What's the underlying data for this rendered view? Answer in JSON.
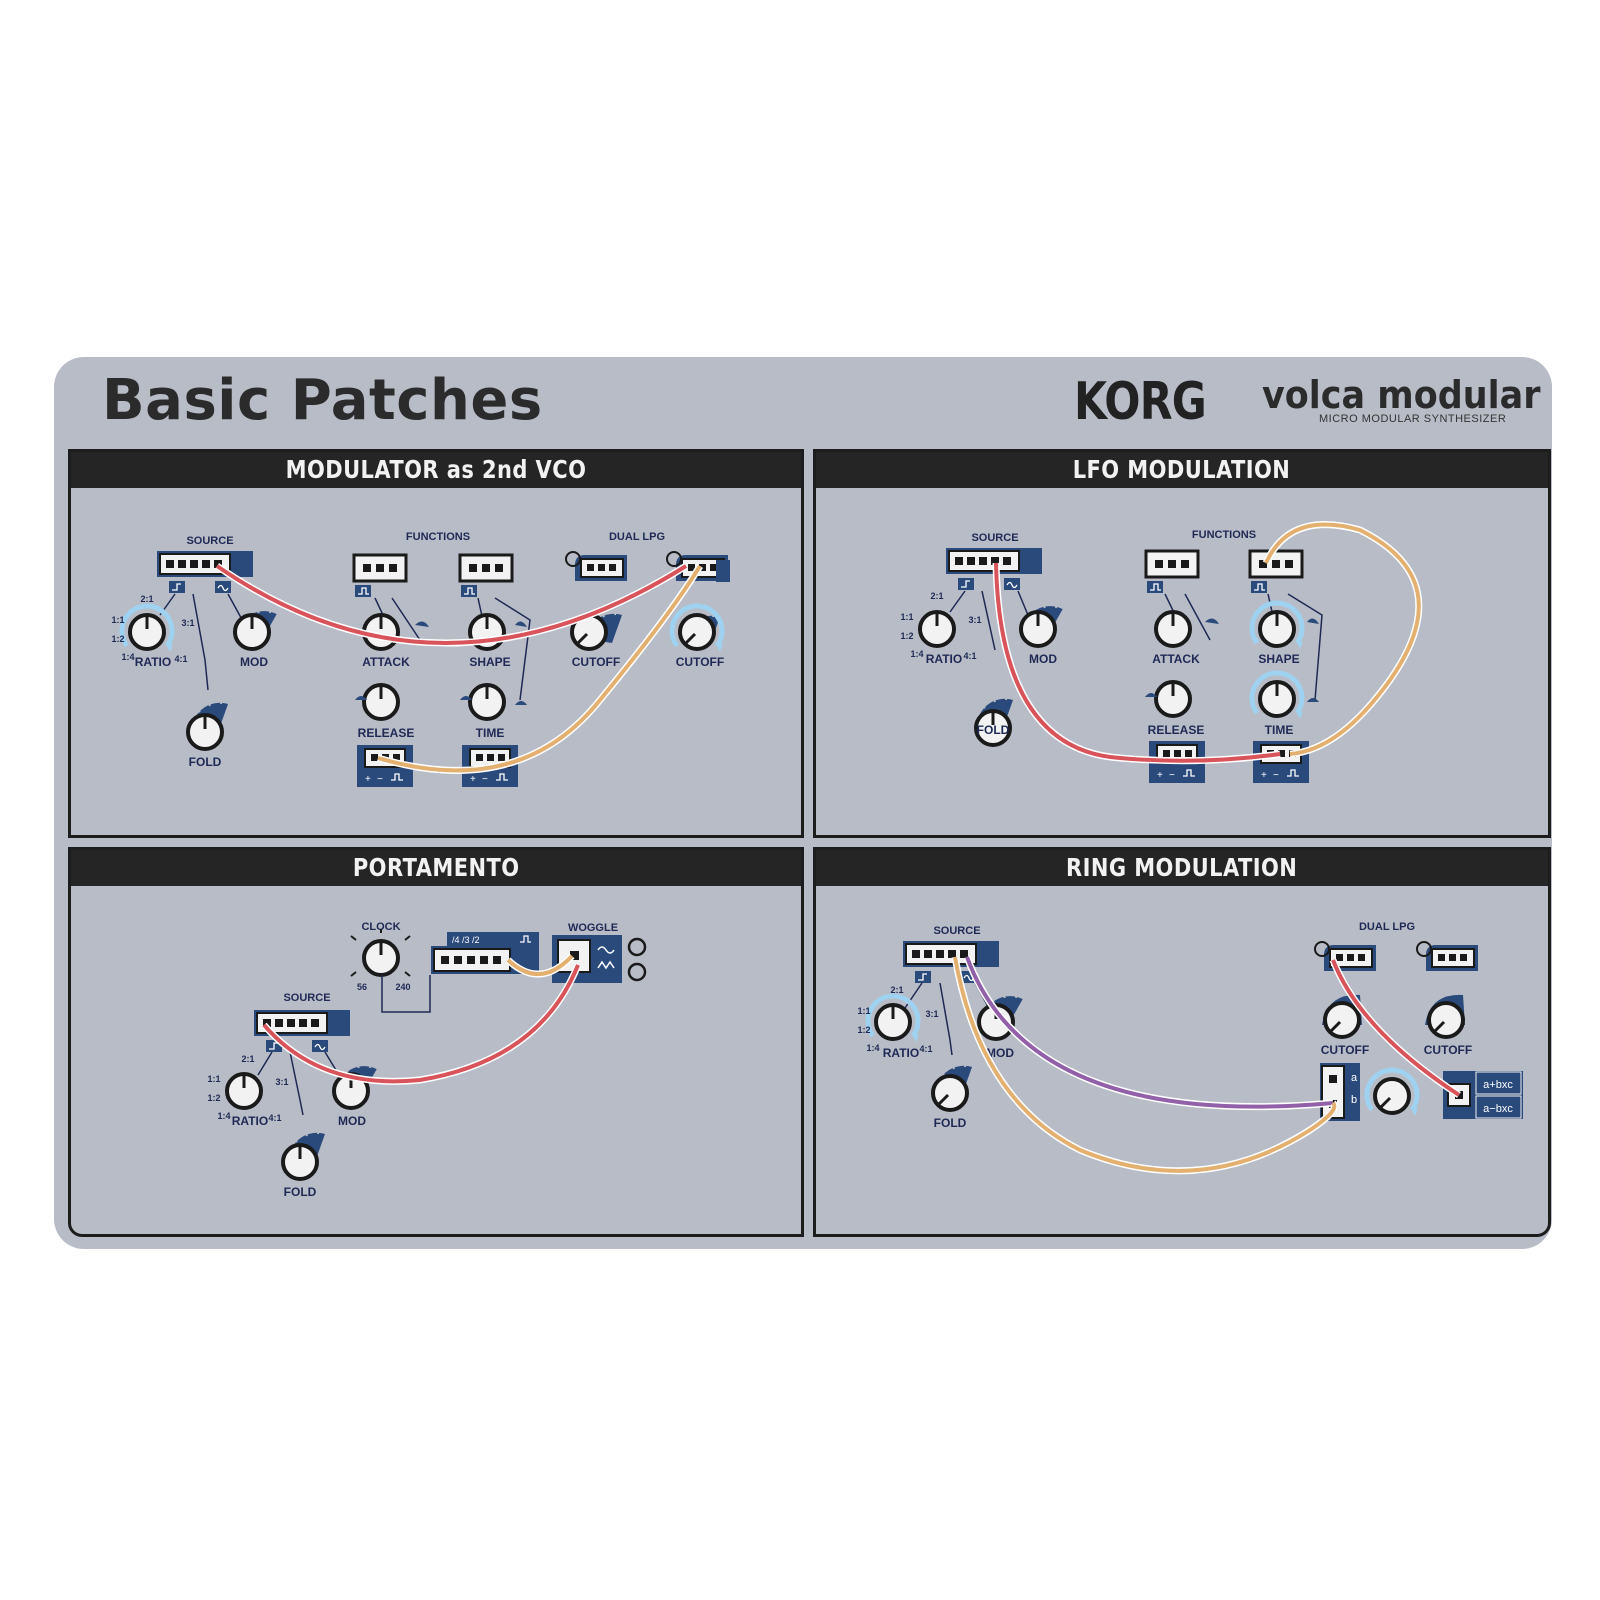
{
  "title": "Basic Patches",
  "brand": "KORG",
  "product": "volca modular",
  "product_subtitle": "MICRO MODULAR SYNTHESIZER",
  "colors": {
    "card": "#b8bcc6",
    "navy": "#2a4a7c",
    "cable_red": "#d9535a",
    "cable_orange": "#e4b070",
    "cable_purple": "#9160a8",
    "ring": "#9fd2f0"
  },
  "panels": [
    {
      "title": "MODULATOR as 2nd VCO",
      "labels": {
        "source": "SOURCE",
        "functions": "FUNCTIONS",
        "dual_lpg": "DUAL LPG",
        "ratio": "RATIO",
        "mod": "MOD",
        "fold": "FOLD",
        "attack": "ATTACK",
        "release": "RELEASE",
        "shape": "SHAPE",
        "time": "TIME",
        "cutoff1": "CUTOFF",
        "cutoff2": "CUTOFF",
        "r21": "2:1",
        "r11": "1:1",
        "r12": "1:2",
        "r14": "1:4",
        "r31": "3:1",
        "r41": "4:1"
      }
    },
    {
      "title": "LFO MODULATION",
      "labels": {
        "source": "SOURCE",
        "functions": "FUNCTIONS",
        "ratio": "RATIO",
        "mod": "MOD",
        "fold": "FOLD",
        "attack": "ATTACK",
        "release": "RELEASE",
        "shape": "SHAPE",
        "time": "TIME",
        "r21": "2:1",
        "r11": "1:1",
        "r12": "1:2",
        "r14": "1:4",
        "r31": "3:1",
        "r41": "4:1"
      }
    },
    {
      "title": "PORTAMENTO",
      "labels": {
        "clock": "CLOCK",
        "c56": "56",
        "c240": "240",
        "woggle": "WOGGLE",
        "divs": "/4  /3  /2",
        "source": "SOURCE",
        "ratio": "RATIO",
        "mod": "MOD",
        "fold": "FOLD",
        "r21": "2:1",
        "r11": "1:1",
        "r12": "1:2",
        "r14": "1:4",
        "r31": "3:1",
        "r41": "4:1"
      }
    },
    {
      "title": "RING MODULATION",
      "labels": {
        "source": "SOURCE",
        "dual_lpg": "DUAL LPG",
        "ratio": "RATIO",
        "mod": "MOD",
        "fold": "FOLD",
        "cutoff1": "CUTOFF",
        "cutoff2": "CUTOFF",
        "abc1": "a+bxc",
        "abc2": "a−bxc",
        "a": "a",
        "b": "b",
        "r21": "2:1",
        "r11": "1:1",
        "r12": "1:2",
        "r14": "1:4",
        "r31": "3:1",
        "r41": "4:1"
      }
    }
  ]
}
